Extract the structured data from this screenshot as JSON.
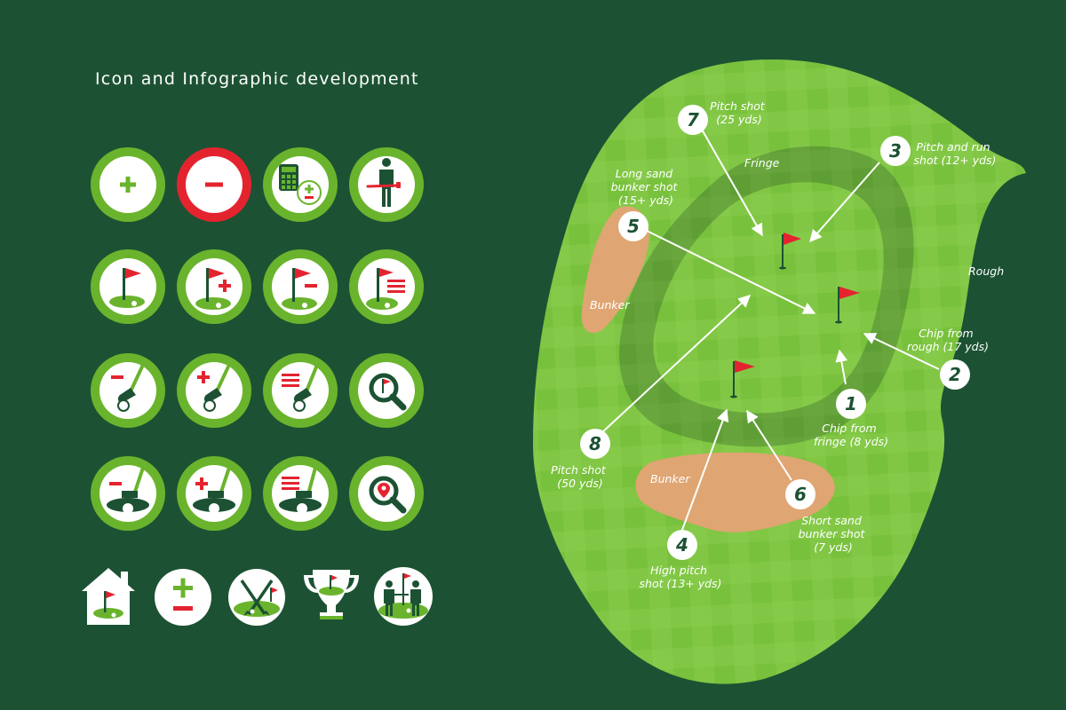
{
  "title": "Icon and Infographic development",
  "colors": {
    "background": "#1c5233",
    "ring_green": "#6ab42d",
    "ring_red": "#e3242f",
    "accent_red": "#e3242f",
    "dark_green": "#1c5233",
    "white": "#ffffff",
    "sand": "#dfa572",
    "fairway": "#7fc442",
    "fringe": "#5ca03a"
  },
  "icons": [
    {
      "name": "plus-icon"
    },
    {
      "name": "minus-icon"
    },
    {
      "name": "calculator-icon"
    },
    {
      "name": "golfer-icon"
    },
    {
      "name": "green-flag-icon"
    },
    {
      "name": "green-flag-plus-icon"
    },
    {
      "name": "green-flag-minus-icon"
    },
    {
      "name": "green-flag-list-icon"
    },
    {
      "name": "iron-minus-icon"
    },
    {
      "name": "iron-plus-icon"
    },
    {
      "name": "iron-list-icon"
    },
    {
      "name": "search-flag-icon"
    },
    {
      "name": "putter-minus-icon"
    },
    {
      "name": "putter-plus-icon"
    },
    {
      "name": "putter-list-icon"
    },
    {
      "name": "search-location-icon"
    },
    {
      "name": "clubhouse-icon"
    },
    {
      "name": "plus-minus-icon"
    },
    {
      "name": "crossed-clubs-icon"
    },
    {
      "name": "trophy-icon"
    },
    {
      "name": "golfers-pair-icon"
    }
  ],
  "map": {
    "area_labels": {
      "fringe": "Fringe",
      "rough": "Rough",
      "bunker_left": "Bunker",
      "bunker_bottom": "Bunker"
    },
    "shots": [
      {
        "number": "1",
        "label_lines": [
          "Chip from",
          "fringe (8 yds)"
        ]
      },
      {
        "number": "2",
        "label_lines": [
          "Chip from",
          "rough (17 yds)"
        ]
      },
      {
        "number": "3",
        "label_lines": [
          "Pitch and run",
          "shot (12+ yds)"
        ]
      },
      {
        "number": "4",
        "label_lines": [
          "High pitch",
          "shot (13+ yds)"
        ]
      },
      {
        "number": "5",
        "label_lines": [
          "Long sand",
          "bunker shot",
          "(15+ yds)"
        ]
      },
      {
        "number": "6",
        "label_lines": [
          "Short sand",
          "bunker shot",
          "(7 yds)"
        ]
      },
      {
        "number": "7",
        "label_lines": [
          "Pitch shot",
          "(25 yds)"
        ]
      },
      {
        "number": "8",
        "label_lines": [
          "Pitch shot",
          "(50 yds)"
        ]
      }
    ]
  }
}
